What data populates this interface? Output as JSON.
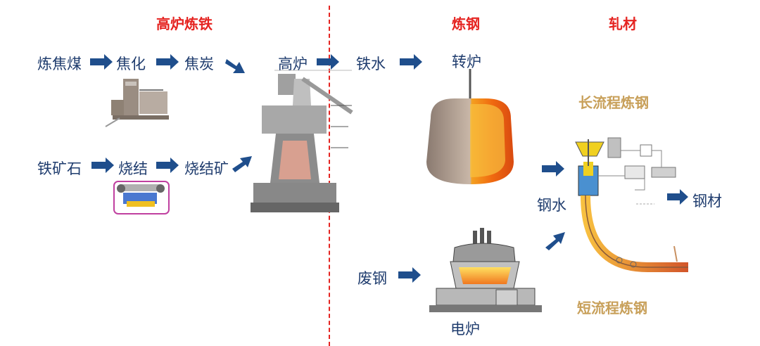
{
  "headers": {
    "ironmaking": "高炉炼铁",
    "steelmaking": "炼钢",
    "rolling": "轧材"
  },
  "labels": {
    "coking_coal": "炼焦煤",
    "coking": "焦化",
    "coke": "焦炭",
    "iron_ore": "铁矿石",
    "sintering": "烧结",
    "sinter": "烧结矿",
    "blast_furnace": "高炉",
    "hot_metal": "铁水",
    "converter": "转炉",
    "long_process": "长流程炼钢",
    "molten_steel": "钢水",
    "steel_product": "钢材",
    "scrap": "废钢",
    "eaf": "电炉",
    "short_process": "短流程炼钢"
  },
  "colors": {
    "header_red": "#e52421",
    "label_blue": "#1f3c6e",
    "arrow_blue": "#1f4e8c",
    "process_gold": "#c8a05a",
    "divider": "#e52421"
  }
}
